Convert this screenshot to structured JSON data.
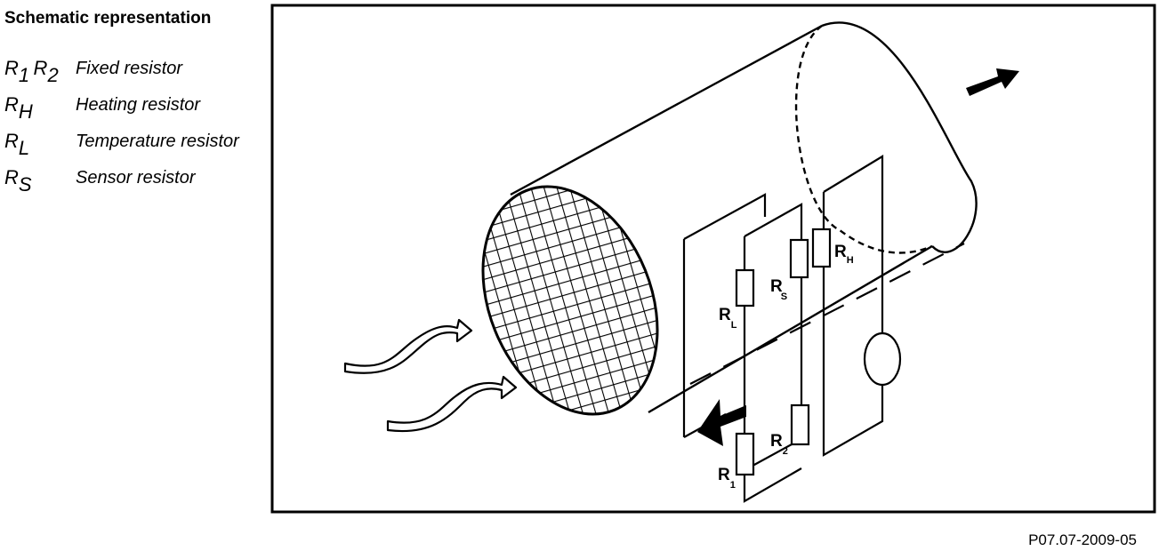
{
  "legend": {
    "title": "Schematic representation",
    "items": [
      {
        "symbol": "R",
        "sub": "1",
        "symbol2": "R",
        "sub2": "2",
        "description": "Fixed resistor"
      },
      {
        "symbol": "R",
        "sub": "H",
        "description": "Heating resistor"
      },
      {
        "symbol": "R",
        "sub": "L",
        "description": "Temperature resistor"
      },
      {
        "symbol": "R",
        "sub": "S",
        "description": "Sensor resistor"
      }
    ]
  },
  "diagram": {
    "labels": {
      "r_h": {
        "main": "R",
        "sub": "H"
      },
      "r_s": {
        "main": "R",
        "sub": "S"
      },
      "r_l": {
        "main": "R",
        "sub": "L"
      },
      "r_1": {
        "main": "R",
        "sub": "1"
      },
      "r_2": {
        "main": "R",
        "sub": "2"
      }
    },
    "icons": {
      "flow_in": "wavy-flow-arrow-icon",
      "flow_out": "solid-arrow-icon",
      "voltage_source": "circle-source-icon"
    }
  },
  "footer": {
    "reference": "P07.07-2009-05"
  }
}
